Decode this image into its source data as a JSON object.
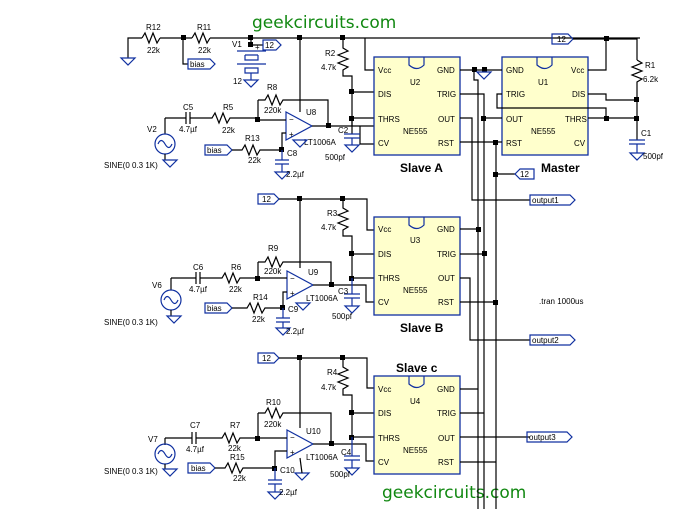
{
  "watermark": "geekcircuits.com",
  "directive": ".tran 1000us",
  "net_labels": {
    "vcc": "12",
    "bias": "bias",
    "out1": "output1",
    "out2": "output2",
    "out3": "output3"
  },
  "pins": {
    "vcc": "Vcc",
    "gnd": "GND",
    "dis": "DIS",
    "trig": "TRIG",
    "thrs": "THRS",
    "out": "OUT",
    "cv": "CV",
    "rst": "RST"
  },
  "timers": [
    {
      "ref": "U2",
      "part": "NE555",
      "title": "Slave A"
    },
    {
      "ref": "U3",
      "part": "NE555",
      "title": "Slave B"
    },
    {
      "ref": "U4",
      "part": "NE555",
      "title": "Slave c"
    },
    {
      "ref": "U1",
      "part": "NE555",
      "title": "Master"
    }
  ],
  "opamps": [
    {
      "ref": "U8",
      "part": "LT1006A"
    },
    {
      "ref": "U9",
      "part": "LT1006A"
    },
    {
      "ref": "U10",
      "part": "LT1006A"
    }
  ],
  "sources": [
    {
      "ref": "V2",
      "value": "SINE(0 0.3 1K)"
    },
    {
      "ref": "V6",
      "value": "SINE(0 0.3 1K)"
    },
    {
      "ref": "V7",
      "value": "SINE(0 0.3 1K)"
    },
    {
      "ref": "V1",
      "value": "12"
    }
  ],
  "resistors": {
    "R12": {
      "ref": "R12",
      "value": "22k"
    },
    "R11": {
      "ref": "R11",
      "value": "22k"
    },
    "R2": {
      "ref": "R2",
      "value": "4.7k"
    },
    "R3": {
      "ref": "R3",
      "value": "4.7k"
    },
    "R4": {
      "ref": "R4",
      "value": "4.7k"
    },
    "R8": {
      "ref": "R8",
      "value": "220k"
    },
    "R9": {
      "ref": "R9",
      "value": "220k"
    },
    "R10": {
      "ref": "R10",
      "value": "220k"
    },
    "R5": {
      "ref": "R5",
      "value": "22k"
    },
    "R6": {
      "ref": "R6",
      "value": "22k"
    },
    "R7": {
      "ref": "R7",
      "value": "22k"
    },
    "R13": {
      "ref": "R13",
      "value": "22k"
    },
    "R14": {
      "ref": "R14",
      "value": "22k"
    },
    "R15": {
      "ref": "R15",
      "value": "22k"
    },
    "R1": {
      "ref": "R1",
      "value": "6.2k"
    }
  },
  "capacitors": {
    "C5": {
      "ref": "C5",
      "value": "4.7µf"
    },
    "C6": {
      "ref": "C6",
      "value": "4.7µf"
    },
    "C7": {
      "ref": "C7",
      "value": "4.7µf"
    },
    "C8": {
      "ref": "C8",
      "value": "2.2µf"
    },
    "C9": {
      "ref": "C9",
      "value": "2.2µf"
    },
    "C10": {
      "ref": "C10",
      "value": "2.2µf"
    },
    "C2": {
      "ref": "C2",
      "value": "500pf"
    },
    "C3": {
      "ref": "C3",
      "value": "500pf"
    },
    "C4": {
      "ref": "C4",
      "value": "500pf"
    },
    "C1": {
      "ref": "C1",
      "value": "500pf"
    }
  }
}
